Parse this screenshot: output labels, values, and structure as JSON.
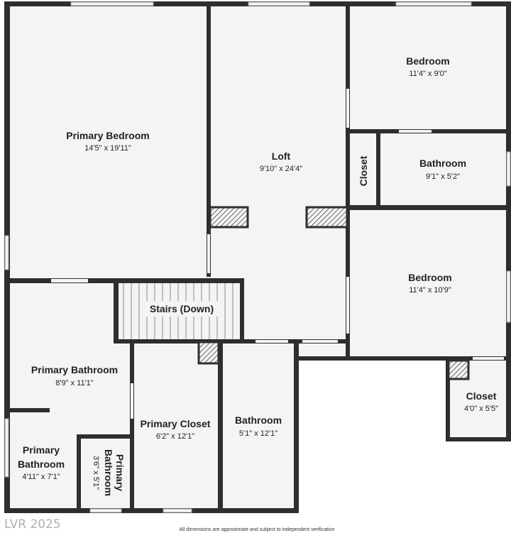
{
  "rooms": {
    "primary_bedroom": {
      "name": "Primary Bedroom",
      "dim": "14'5\" x 19'11\""
    },
    "loft": {
      "name": "Loft",
      "dim": "9'10\" x 24'4\""
    },
    "bedroom_top": {
      "name": "Bedroom",
      "dim": "11'4\" x 9'0\""
    },
    "closet_small": {
      "name": "Closet"
    },
    "bathroom_top": {
      "name": "Bathroom",
      "dim": "9'1\" x 5'2\""
    },
    "bedroom_mid": {
      "name": "Bedroom",
      "dim": "11'4\" x 10'9\""
    },
    "stairs": {
      "name": "Stairs (Down)"
    },
    "primary_bathroom": {
      "name": "Primary Bathroom",
      "dim": "8'9\" x 11'1\""
    },
    "primary_closet": {
      "name": "Primary Closet",
      "dim": "6'2\" x 12'1\""
    },
    "bathroom_center": {
      "name": "Bathroom",
      "dim": "5'1\" x 12'1\""
    },
    "closet_right": {
      "name": "Closet",
      "dim": "4'0\" x 5'5\""
    },
    "primary_bathroom_small": {
      "name_line1": "Primary",
      "name_line2": "Bathroom",
      "dim": "4'11\" x 7'1\""
    },
    "primary_bathroom_wc": {
      "name_line1": "Primary",
      "name_line2": "Bathroom",
      "dim": "3'6\" x 5'1\""
    }
  },
  "watermark": "LVR 2025",
  "footer_note": "All dimensions are approximate and subject to independent verification"
}
